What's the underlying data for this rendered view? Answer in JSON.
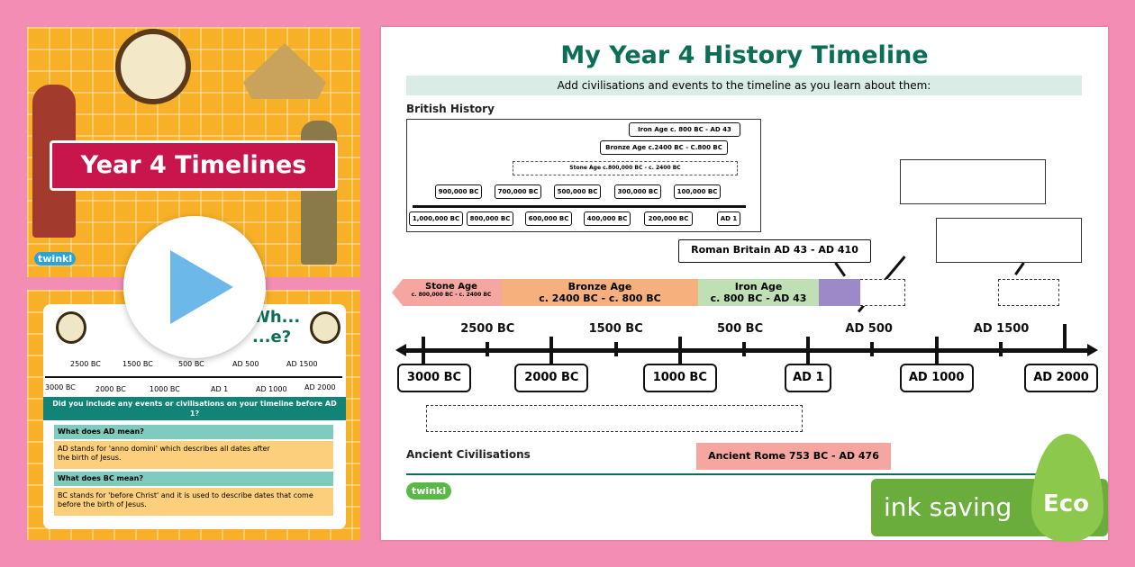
{
  "preview1": {
    "title": "Year 4 Timelines",
    "logo": "twinkl"
  },
  "preview2": {
    "title_partial": "Wh... ...e?",
    "top_ticks": [
      "2500 BC",
      "1500 BC",
      "500 BC",
      "AD 500",
      "AD 1500"
    ],
    "bottom_ticks": [
      "3000 BC",
      "2000 BC",
      "1000 BC",
      "AD 1",
      "AD 1000",
      "AD 2000"
    ],
    "question": "Did you include any events or civilisations on your timeline before AD 1?",
    "qa": [
      {
        "q": "What does AD mean?",
        "a": "AD stands for 'anno domini' which describes all dates after the birth of Jesus."
      },
      {
        "q": "What does BC mean?",
        "a": "BC stands for 'before Christ' and it is used to describe dates that come before the birth of Jesus."
      }
    ]
  },
  "play_icon": "play-icon",
  "sheet": {
    "title": "My Year 4 History Timeline",
    "subtitle": "Add civilisations and events to the timeline as you learn about them:",
    "british_label": "British History",
    "inset": {
      "top_labels": [
        "900,000 BC",
        "700,000 BC",
        "500,000 BC",
        "300,000 BC",
        "100,000 BC"
      ],
      "bottom_labels": [
        "1,000,000 BC",
        "800,000 BC",
        "600,000 BC",
        "400,000 BC",
        "200,000 BC",
        "AD 1"
      ],
      "iron": "Iron Age c. 800 BC - AD 43",
      "bronze": "Bronze Age c.2400 BC - C.800 BC",
      "stone": "Stone Age c.800,000 BC - c. 2400 BC"
    },
    "roman_britain": "Roman Britain AD 43 - AD 410",
    "ages": [
      {
        "name": "Stone Age",
        "dates": "c. 800,000 BC - c. 2400 BC",
        "color": "#f6a6a0"
      },
      {
        "name": "Bronze Age",
        "dates": "c. 2400 BC - c. 800 BC",
        "color": "#f5b07e"
      },
      {
        "name": "Iron Age",
        "dates": "c. 800 BC - AD 43",
        "color": "#bfe0b4"
      }
    ],
    "roman_color": "#9b8ac7",
    "top_ticks": [
      "2500 BC",
      "1500 BC",
      "500 BC",
      "AD 500",
      "AD 1500"
    ],
    "bottom_ticks": [
      "3000 BC",
      "2000 BC",
      "1000 BC",
      "AD 1",
      "AD 1000",
      "AD 2000"
    ],
    "ancient_label": "Ancient Civilisations",
    "ancient_rome": "Ancient Rome 753 BC - AD 476",
    "logo": "twinkl"
  },
  "eco": {
    "text": "ink saving",
    "badge": "Eco"
  }
}
